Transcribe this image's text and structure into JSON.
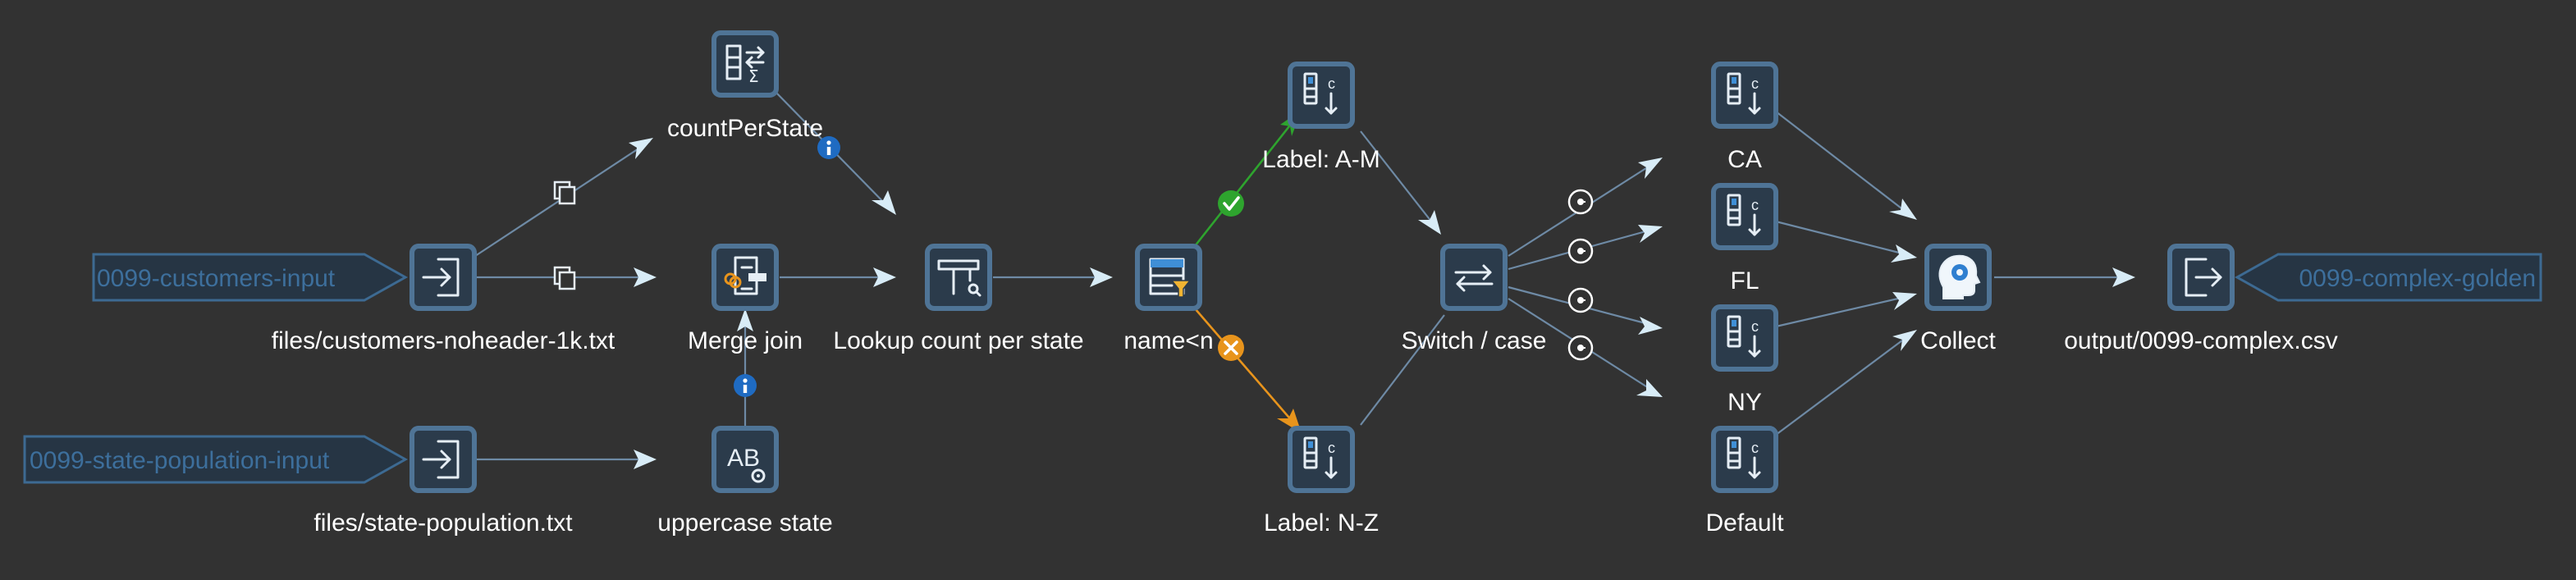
{
  "canvas": {
    "background": "#323232",
    "node_border_color": "#4f7496",
    "io_text_color": "#3d6f9c",
    "true_hop_color": "#2ea42e",
    "false_hop_color": "#e8941c",
    "info_badge_color": "#1f6bc2"
  },
  "inputs": [
    {
      "id": "in1",
      "text": "0099-customers-input"
    },
    {
      "id": "in2",
      "text": "0099-state-population-input"
    }
  ],
  "outputs": [
    {
      "id": "out1",
      "text": "0099-complex-golden"
    }
  ],
  "nodes": [
    {
      "id": "customers",
      "label": "files/customers-noheader-1k.txt",
      "icon": "file-input-icon"
    },
    {
      "id": "statepop",
      "label": "files/state-population.txt",
      "icon": "file-input-icon"
    },
    {
      "id": "count",
      "label": "countPerState",
      "icon": "group-by-sum-icon"
    },
    {
      "id": "merge",
      "label": "Merge join",
      "icon": "merge-join-icon"
    },
    {
      "id": "upper",
      "label": "uppercase state",
      "icon": "string-operations-icon"
    },
    {
      "id": "lookup",
      "label": "Lookup count per state",
      "icon": "stream-lookup-icon"
    },
    {
      "id": "filter",
      "label": "name<n",
      "icon": "filter-rows-icon"
    },
    {
      "id": "am",
      "label": "Label: A-M",
      "icon": "add-constants-icon"
    },
    {
      "id": "nz",
      "label": "Label: N-Z",
      "icon": "add-constants-icon"
    },
    {
      "id": "switch",
      "label": "Switch / case",
      "icon": "switch-case-icon"
    },
    {
      "id": "ca",
      "label": "CA",
      "icon": "add-constants-icon"
    },
    {
      "id": "fl",
      "label": "FL",
      "icon": "add-constants-icon"
    },
    {
      "id": "ny",
      "label": "NY",
      "icon": "add-constants-icon"
    },
    {
      "id": "default",
      "label": "Default",
      "icon": "add-constants-icon"
    },
    {
      "id": "collect",
      "label": "Collect",
      "icon": "dummy-head-icon"
    },
    {
      "id": "output",
      "label": "output/0099-complex.csv",
      "icon": "file-output-icon"
    }
  ]
}
